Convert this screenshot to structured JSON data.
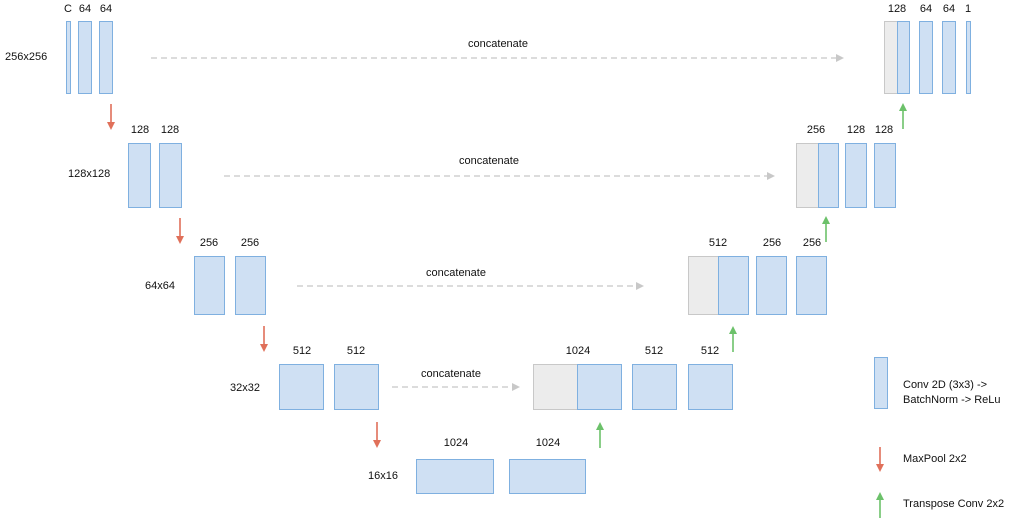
{
  "levels": {
    "l1": {
      "resolution": "256x256",
      "enc_labels": [
        "C",
        "64",
        "64"
      ],
      "dec_labels": [
        "128",
        "64",
        "64",
        "1"
      ]
    },
    "l2": {
      "resolution": "128x128",
      "enc_labels": [
        "128",
        "128"
      ],
      "dec_labels": [
        "256",
        "128",
        "128"
      ]
    },
    "l3": {
      "resolution": "64x64",
      "enc_labels": [
        "256",
        "256"
      ],
      "dec_labels": [
        "512",
        "256",
        "256"
      ]
    },
    "l4": {
      "resolution": "32x32",
      "enc_labels": [
        "512",
        "512"
      ],
      "dec_labels": [
        "1024",
        "512",
        "512"
      ]
    },
    "l5": {
      "resolution": "16x16",
      "labels": [
        "1024",
        "1024"
      ]
    }
  },
  "connections": {
    "skip_label": "concatenate"
  },
  "legend": {
    "conv_line1": "Conv 2D (3x3) ->",
    "conv_line2": "BatchNorm -> ReLu",
    "maxpool": "MaxPool 2x2",
    "upconv": "Transpose Conv 2x2"
  },
  "colors": {
    "block_fill": "#cfe0f3",
    "block_border": "#7fb0e0",
    "concat_fill": "#ececec",
    "maxpool_arrow": "#e0705a",
    "upconv_arrow": "#6cc16a",
    "skip_arrow": "#c8c8c8"
  }
}
